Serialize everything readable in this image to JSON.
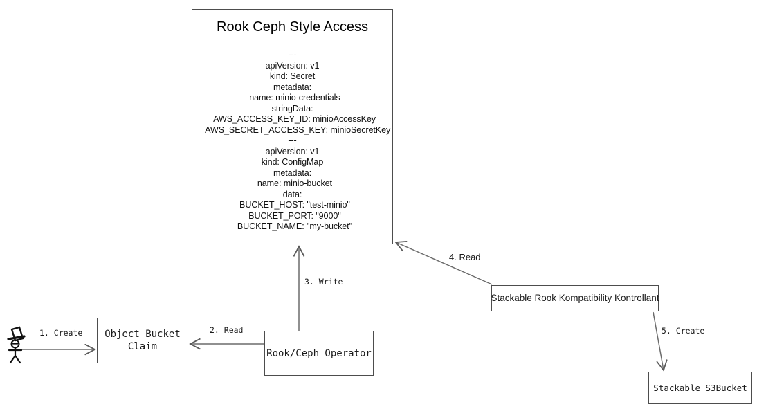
{
  "diagram": {
    "title": "Rook Ceph Style Access",
    "nodes": {
      "actor": {
        "name": "user-actor",
        "icon": "stick-figure-with-top-hat"
      },
      "yaml_card": {
        "title": "Rook Ceph Style Access",
        "body": "---\napiVersion: v1\nkind: Secret\nmetadata:\n  name: minio-credentials\nstringData:\n  AWS_ACCESS_KEY_ID: minioAccessKey\n  AWS_SECRET_ACCESS_KEY: minioSecretKey\n---\napiVersion: v1\nkind: ConfigMap\nmetadata:\n  name: minio-bucket\ndata:\n  BUCKET_HOST: \"test-minio\"\n  BUCKET_PORT: \"9000\"\n  BUCKET_NAME: \"my-bucket\""
      },
      "object_bucket_claim": {
        "label": "Object Bucket\nClaim"
      },
      "operator": {
        "label": "Rook/Ceph Operator"
      },
      "srkk": {
        "label": "Stackable Rook Kompatibility Kontrollant"
      },
      "s3bucket": {
        "label": "Stackable S3Bucket"
      }
    },
    "edges": [
      {
        "id": "e1",
        "label": "1. Create",
        "from": "actor",
        "to": "object_bucket_claim"
      },
      {
        "id": "e2",
        "label": "2. Read",
        "from": "operator",
        "to": "object_bucket_claim"
      },
      {
        "id": "e3",
        "label": "3. Write",
        "from": "operator",
        "to": "yaml_card"
      },
      {
        "id": "e4",
        "label": "4. Read",
        "from": "srkk",
        "to": "yaml_card"
      },
      {
        "id": "e5",
        "label": "5. Create",
        "from": "srkk",
        "to": "s3bucket"
      }
    ],
    "colors": {
      "background": "#ffffff",
      "stroke": "#4d4d4d",
      "text": "#1a1a1a",
      "edge": "#5a5a5a"
    }
  }
}
